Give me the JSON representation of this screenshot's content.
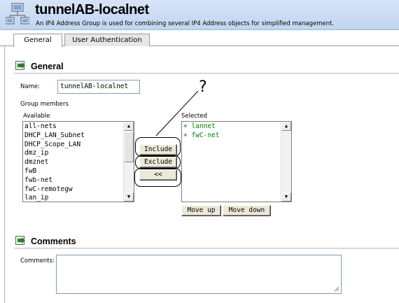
{
  "header": {
    "title": "tunnelAB-localnet",
    "subtitle": "An IP4 Address Group is used for combining several IP4 Address objects for simplified management."
  },
  "tabs": [
    {
      "label": "General",
      "active": true
    },
    {
      "label": "User Authentication",
      "active": false
    }
  ],
  "general": {
    "heading": "General",
    "name_label": "Name:",
    "name_value": "tunnelAB-localnet",
    "group_members_label": "Group members",
    "available_label": "Available",
    "selected_label": "Selected",
    "available_items": [
      "all-nets",
      "DHCP_LAN_Subnet",
      "DHCP_Scope_LAN",
      "dmz_ip",
      "dmznet",
      "fwB",
      "fwb-net",
      "fwC-remotegw",
      "lan_ip"
    ],
    "selected_items": [
      "+ lannet",
      "+ fwC-net"
    ],
    "include_label": "Include",
    "exclude_label": "Exclude",
    "remove_label": "<<",
    "move_up_label": "Move up",
    "move_down_label": "Move down",
    "annotation": "?"
  },
  "comments": {
    "heading": "Comments",
    "comments_label": "Comments:",
    "comments_value": ""
  },
  "colors": {
    "header_bg": "#c8d9f2",
    "selected_item_text": "#008000",
    "section_icon": "#2e7d32"
  },
  "icons": {
    "header": "network-group-icon",
    "section": "arrow-section-icon"
  }
}
